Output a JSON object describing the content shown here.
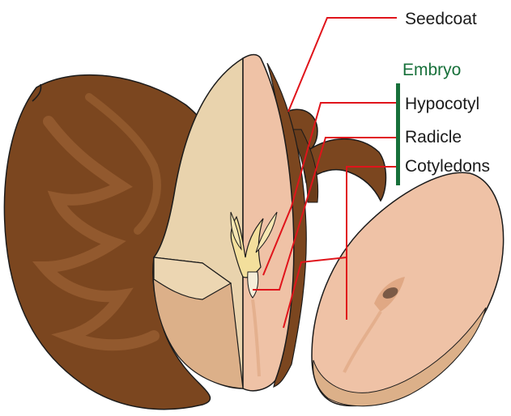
{
  "labels": {
    "seedcoat": "Seedcoat",
    "embryo": "Embryo",
    "hypocotyl": "Hypocotyl",
    "radicle": "Radicle",
    "cotyledons": "Cotyledons"
  },
  "colors": {
    "leader_line": "#e0141b",
    "embryo_accent": "#17703a",
    "seedcoat_brown": "#7b461f",
    "seedcoat_light": "#a56a3a",
    "cotyledon_pink": "#efc2a6",
    "cotyledon_cream": "#e9d3ad",
    "plumule_yellow": "#f3df9c",
    "outline": "#1b1b1b"
  }
}
